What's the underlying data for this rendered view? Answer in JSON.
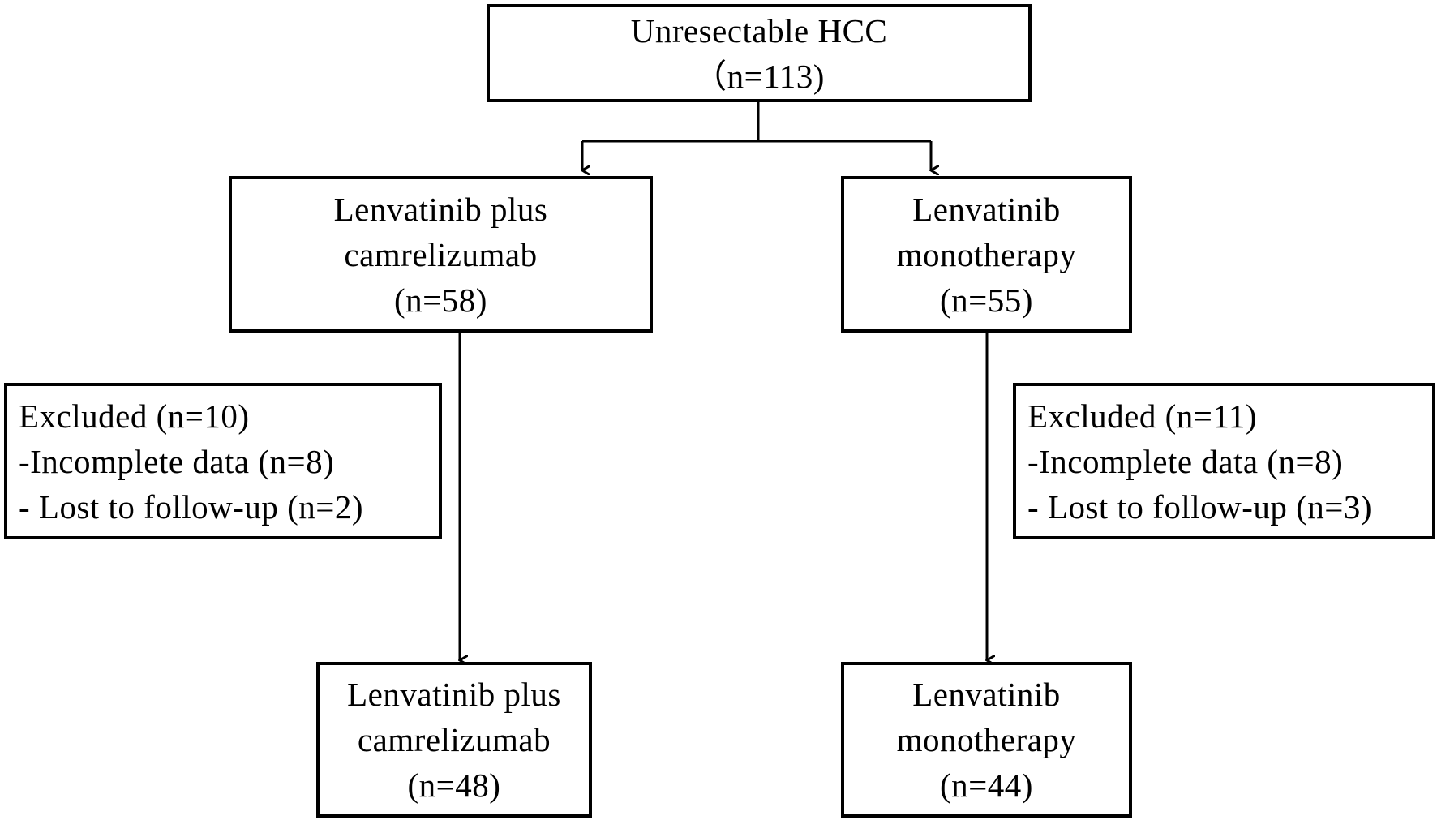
{
  "flowchart": {
    "root": {
      "title": "Unresectable HCC",
      "count": "（n=113)"
    },
    "arm_left": {
      "line1": "Lenvatinib plus",
      "line2": "camrelizumab",
      "count": "(n=58)"
    },
    "arm_right": {
      "line1": "Lenvatinib",
      "line2": "monotherapy",
      "count": "(n=55)"
    },
    "excluded_left": {
      "line1": "Excluded (n=10)",
      "line2": "-Incomplete data (n=8)",
      "line3": "- Lost to follow-up (n=2)"
    },
    "excluded_right": {
      "line1": "Excluded (n=11)",
      "line2": "-Incomplete data (n=8)",
      "line3": "- Lost to follow-up (n=3)"
    },
    "final_left": {
      "line1": "Lenvatinib plus",
      "line2": "camrelizumab",
      "count": "(n=48)"
    },
    "final_right": {
      "line1": "Lenvatinib",
      "line2": "monotherapy",
      "count": "(n=44)"
    }
  }
}
